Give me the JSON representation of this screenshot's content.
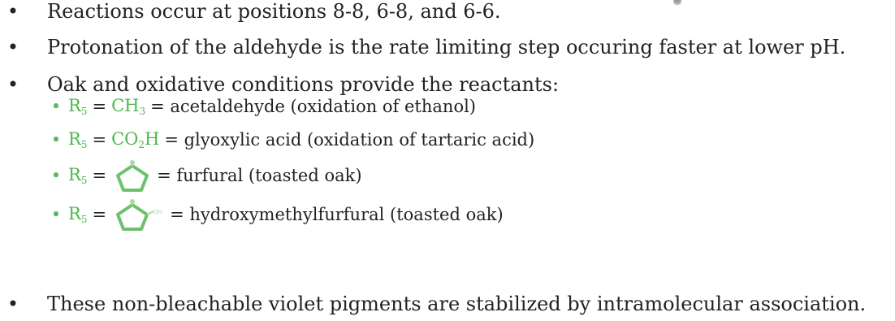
{
  "slide": {
    "bullet_char": "•",
    "sub_bullet_char": "•",
    "accent_color": "#4db84d",
    "items": [
      {
        "text": "Reactions occur at positions 8-8, 6-8, and 6-6."
      },
      {
        "text": "Protonation of the aldehyde is the rate limiting step occuring faster at lower pH."
      },
      {
        "text": "Oak and oxidative conditions provide the reactants:"
      },
      {
        "text": "These non-bleachable violet pigments are stabilized by intramolecular association."
      }
    ],
    "reactants": [
      {
        "r_label": "R",
        "r_sub": "5",
        "equals": "=",
        "formula_main": "CH",
        "formula_sub": "3",
        "formula_tail": "",
        "description": "= acetaldehyde (oxidation of ethanol)"
      },
      {
        "r_label": "R",
        "r_sub": "5",
        "equals": "=",
        "formula_main": "CO",
        "formula_sub": "2",
        "formula_tail": "H",
        "description": "= glyoxylic acid (oxidation of tartaric acid)"
      },
      {
        "r_label": "R",
        "r_sub": "5",
        "equals": "=",
        "icon": "furan-ring-icon",
        "description": "= furfural (toasted oak)"
      },
      {
        "r_label": "R",
        "r_sub": "5",
        "equals": "=",
        "icon": "hydroxymethylfuran-ring-icon",
        "oh_label": "OH",
        "description": "= hydroxymethylfurfural (toasted oak)"
      }
    ]
  }
}
